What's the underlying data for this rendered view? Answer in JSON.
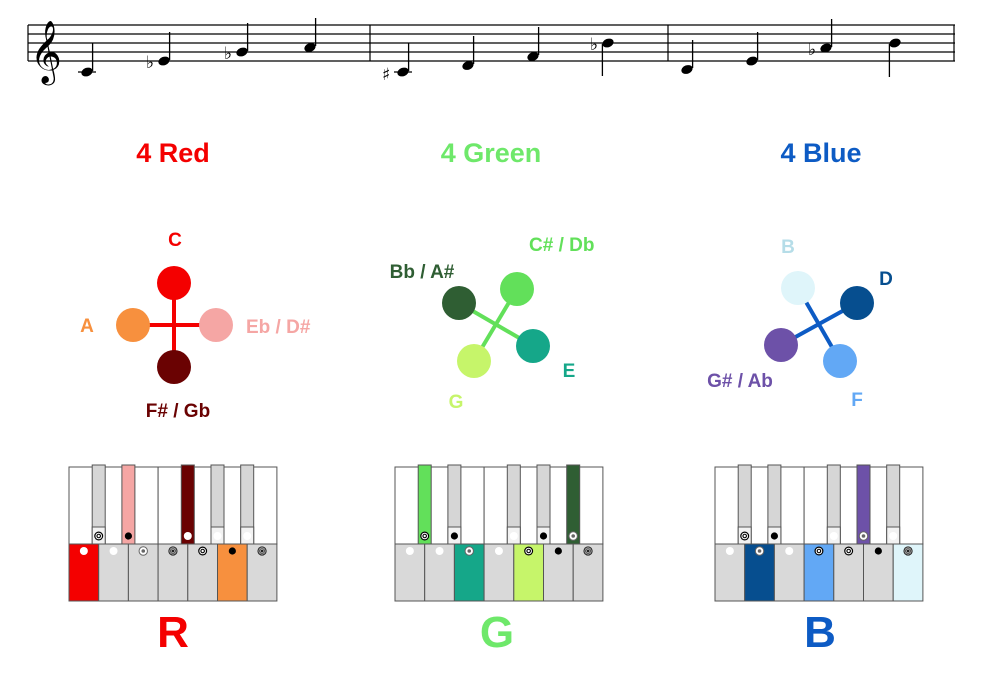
{
  "colors": {
    "red": "#f40000",
    "red_orange": "#f7903e",
    "red_pink": "#f5a6a4",
    "red_dark": "#6a0202",
    "green_title": "#6ee86a",
    "green_light": "#62e05a",
    "green_dark": "#2f5e33",
    "green_teal": "#15a789",
    "green_yellow": "#c6f56a",
    "blue": "#0d5bc4",
    "blue_pale": "#dff5fa",
    "blue_navy": "#064e8f",
    "blue_purple": "#6d51a8",
    "blue_sky": "#62a8f5"
  },
  "staff": {
    "measures": [
      {
        "notes": [
          "C",
          "Eb",
          "Gb",
          "A"
        ]
      },
      {
        "notes": [
          "C#",
          "E",
          "G",
          "Bb"
        ]
      },
      {
        "notes": [
          "D",
          "F",
          "Ab",
          "B"
        ]
      }
    ]
  },
  "groups": [
    {
      "title": "4 Red",
      "color": "#f40000",
      "notes": [
        {
          "label": "C",
          "color": "#f40000"
        },
        {
          "label": "Eb / D#",
          "color": "#f5a6a4"
        },
        {
          "label": "F# / Gb",
          "color": "#6a0202"
        },
        {
          "label": "A",
          "color": "#f7903e"
        }
      ],
      "keyboard_letter": "R"
    },
    {
      "title": "4 Green",
      "color": "#6ee86a",
      "notes": [
        {
          "label": "C# / Db",
          "color": "#62e05a"
        },
        {
          "label": "E",
          "color": "#15a789"
        },
        {
          "label": "G",
          "color": "#c6f56a"
        },
        {
          "label": "Bb / A#",
          "color": "#2f5e33"
        }
      ],
      "keyboard_letter": "G"
    },
    {
      "title": "4 Blue",
      "color": "#0d5bc4",
      "notes": [
        {
          "label": "D",
          "color": "#064e8f"
        },
        {
          "label": "F",
          "color": "#62a8f5"
        },
        {
          "label": "G# / Ab",
          "color": "#6d51a8"
        },
        {
          "label": "B",
          "color": "#dff5fa"
        }
      ],
      "keyboard_letter": "B"
    }
  ]
}
